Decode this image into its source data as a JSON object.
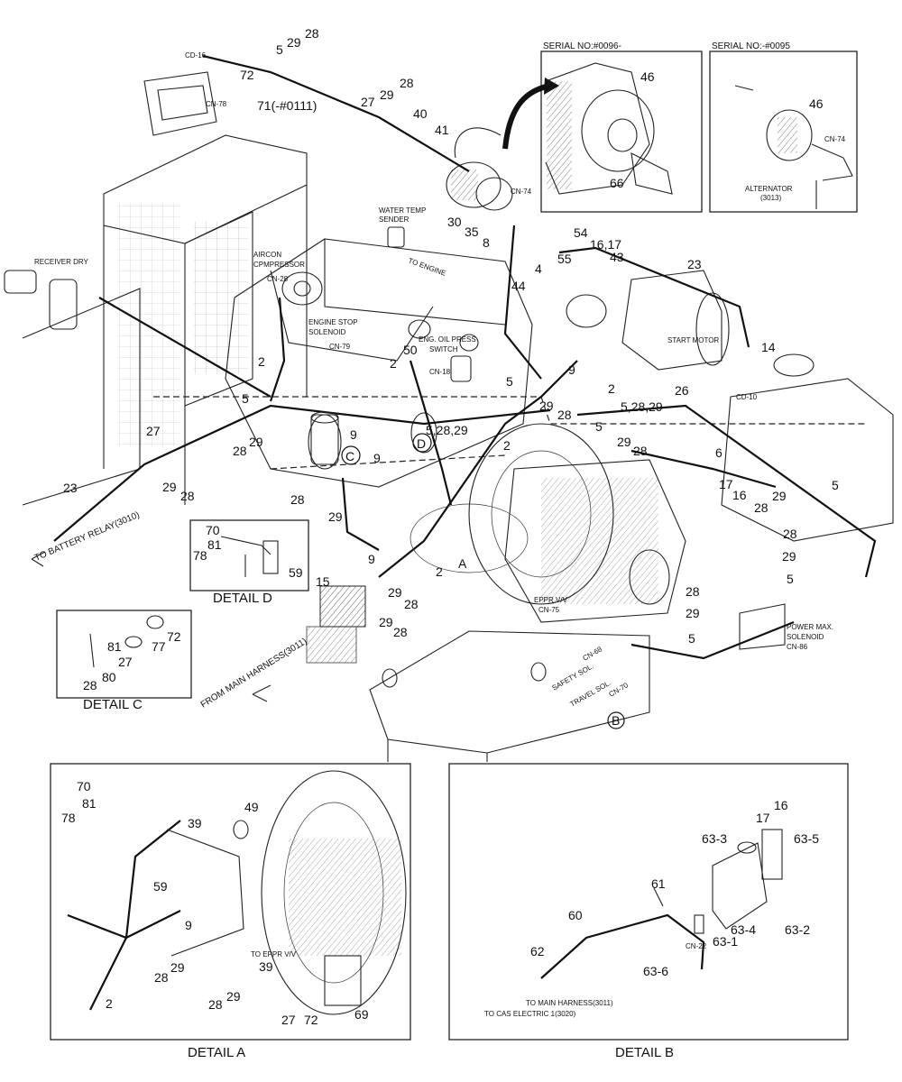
{
  "connectors": {
    "cd16": "CD-16",
    "cn78": "CN-78",
    "cn74": "CN-74",
    "cn28": "CN-28",
    "cn79": "CN-79",
    "cn18": "CN-18",
    "cd10": "CD-10",
    "cn75": "CN-75",
    "cn86": "CN-86",
    "cn68": "CN-68",
    "cn70": "CN-70",
    "cn22": "CN-22"
  },
  "components": {
    "receiver_dry": "RECEIVER DRY",
    "water_temp_l1": "WATER TEMP",
    "water_temp_l2": "SENDER",
    "to_engine": "TO ENGINE",
    "aircon_l1": "AIRCON",
    "aircon_l2": "CPMPRESSOR",
    "engine_stop_l1": "ENGINE STOP",
    "engine_stop_l2": "SOLENOID",
    "oil_press_l1": "ENG. OIL PRESS",
    "oil_press_l2": "SWITCH",
    "start_motor": "START MOTOR",
    "eppr_vv": "EPPR V/V",
    "power_max_l1": "POWER MAX.",
    "power_max_l2": "SOLENOID",
    "safety_sol": "SAFETY SOL.",
    "travel_sol": "TRAVEL SOL.",
    "alternator": "ALTERNATOR",
    "alternator_code": "(3013)"
  },
  "routing": {
    "to_battery_relay": "TO BATTERY RELAY(3010)",
    "from_main_harness": "FROM MAIN HARNESS(3011)",
    "to_eppr": "TO EPPR V/V",
    "to_main_harness": "TO MAIN HARNESS(3011)",
    "to_cas_electric": "TO CAS ELECTRIC 1(3020)"
  },
  "insets": {
    "serial_new": "SERIAL NO:#0096-",
    "serial_old": "SERIAL NO:-#0095"
  },
  "detail_titles": {
    "c": "DETAIL  C",
    "d": "DETAIL  D",
    "a": "DETAIL  A",
    "b": "DETAIL  B"
  },
  "markers": {
    "a": "A",
    "b": "B",
    "c": "C",
    "d": "D"
  },
  "callouts": {
    "main": {
      "n28_top": "28",
      "n29_top": "29",
      "n5_top": "5",
      "n72_top": "72",
      "n71": "71(-#0111)",
      "n28_b": "28",
      "n27_top": "27",
      "n29_b": "29",
      "n40": "40",
      "n41": "41",
      "n30": "30",
      "n35": "35",
      "n8": "8",
      "n54": "54",
      "n16_17": "16,17",
      "n4": "4",
      "n55": "55",
      "n43": "43",
      "n23_r": "23",
      "n44": "44",
      "n14": "14",
      "n2_a": "2",
      "n50": "50",
      "n2_b": "2",
      "n9_a": "9",
      "n2_c": "2",
      "n26": "26",
      "n5_b": "5",
      "n5_c": "5",
      "n29_c": "29",
      "n28_c": "28",
      "n5_28_29_a": "5,28,29",
      "n5_28_29_b": "5,28,29",
      "n2_d": "2",
      "n5_d": "5",
      "n29_d": "29",
      "n28_d": "28",
      "n6": "6",
      "n9_b": "9",
      "n9_c": "9",
      "n27_l": "27",
      "n28_e": "28",
      "n29_e": "29",
      "n29_f": "29",
      "n28_f": "28",
      "n23_l": "23",
      "n28_g": "28",
      "n29_g": "29",
      "n17": "17",
      "n16": "16",
      "n29_h": "29",
      "n28_h": "28",
      "n5_e": "5",
      "n28_i": "28",
      "n29_i": "29",
      "n5_f": "5",
      "n9_d": "9",
      "n2_e": "2",
      "n15": "15",
      "n29_j": "29",
      "n28_j": "28",
      "n29_k": "29",
      "n28_k": "28",
      "n28_l": "28",
      "n29_l": "29",
      "n5_g": "5"
    },
    "inset_new": {
      "n46": "46",
      "n66": "66"
    },
    "inset_old": {
      "n46": "46"
    },
    "detail_d": {
      "n70": "70",
      "n81": "81",
      "n78": "78",
      "n59": "59"
    },
    "detail_c": {
      "n72": "72",
      "n77": "77",
      "n81": "81",
      "n27": "27",
      "n80": "80",
      "n28": "28"
    },
    "detail_a": {
      "n70": "70",
      "n81": "81",
      "n78": "78",
      "n39_a": "39",
      "n49": "49",
      "n59": "59",
      "n9": "9",
      "n28_a": "28",
      "n29_a": "29",
      "n39_b": "39",
      "n28_b": "28",
      "n29_b": "29",
      "n27": "27",
      "n72": "72",
      "n69": "69",
      "n2": "2"
    },
    "detail_b": {
      "n16": "16",
      "n17": "17",
      "n63_3": "63-3",
      "n63_5": "63-5",
      "n61": "61",
      "n60": "60",
      "n63_4": "63-4",
      "n63_2": "63-2",
      "n63_1": "63-1",
      "n62": "62",
      "n63_6": "63-6"
    }
  }
}
